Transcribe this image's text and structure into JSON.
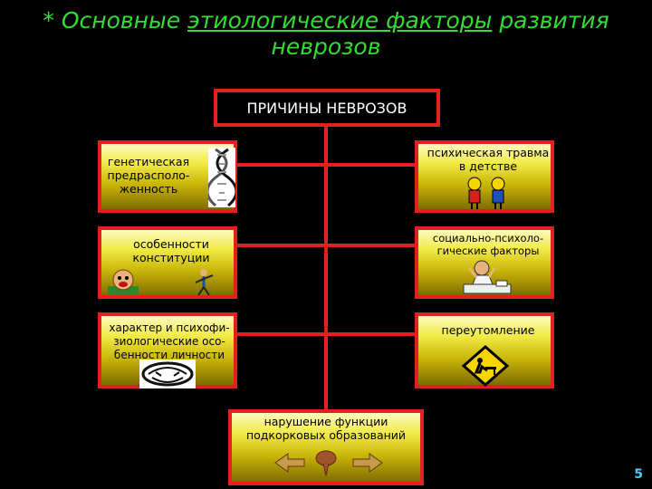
{
  "title": {
    "star": "*",
    "part1": "Основные",
    "part2": "этиологические факторы",
    "part3": "развития",
    "line2": "неврозов"
  },
  "header_box": "ПРИЧИНЫ НЕВРОЗОВ",
  "left": [
    "генетическая предрасполо-женность",
    "особенности конституции",
    "характер и психофи-зиологические осо-бенности личности"
  ],
  "right": [
    "психическая травма в детстве",
    "социально-психоло-гические факторы",
    "переутомление"
  ],
  "bottom": "нарушение функции подкорковых образований",
  "page_number": "5",
  "colors": {
    "background": "#000000",
    "title": "#33dd33",
    "border": "#e32020",
    "box_top": "#f1ea45",
    "box_bottom": "#7f6c00",
    "page_number": "#3fd2ff"
  },
  "icons": [
    "dna-icon",
    "children-icon",
    "crying-face-icon",
    "figure-icon",
    "stressed-man-icon",
    "mask-icon",
    "work-sign-icon",
    "back-arrow-icon",
    "brain-icon",
    "forward-arrow-icon"
  ]
}
